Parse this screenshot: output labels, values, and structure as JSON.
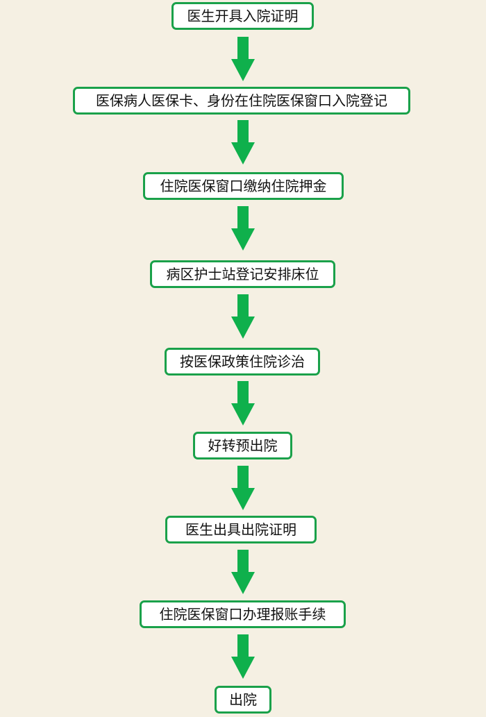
{
  "flowchart": {
    "steps": [
      "医生开具入院证明",
      "医保病人医保卡、身份在住院医保窗口入院登记",
      "住院医保窗口缴纳住院押金",
      "病区护士站登记安排床位",
      "按医保政策住院诊治",
      "好转预出院",
      "医生出具出院证明",
      "住院医保窗口办理报账手续",
      "出院"
    ],
    "colors": {
      "background": "#f5f0e3",
      "box_border": "#1aa14a",
      "box_fill": "#ffffff",
      "arrow": "#0fb04c",
      "text": "#111111"
    }
  }
}
